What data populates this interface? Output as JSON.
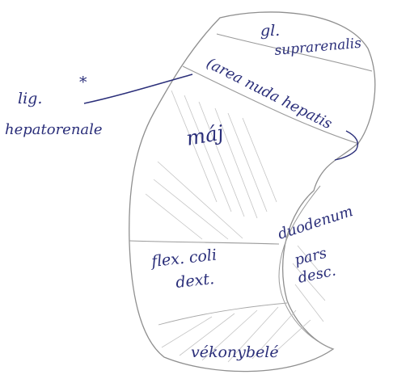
{
  "labels": {
    "gl_line1": "gl.",
    "gl_line2": "suprarenalis",
    "area_nuda": "(area nuda hepatis",
    "lig_line1": "lig.",
    "lig_star": "*",
    "lig_line2": "hepatorenale",
    "maj": "máj",
    "duodenum_line1": "duodenum",
    "duodenum_line2": "pars",
    "duodenum_line3": "desc.",
    "flex_line1": "flex. coli",
    "flex_line2": "dext.",
    "velky": "vékonybelé"
  },
  "colors": {
    "pencil": "#8f8f8f",
    "ink": "#2b2f7a",
    "hatch": "#c4c4c4"
  }
}
